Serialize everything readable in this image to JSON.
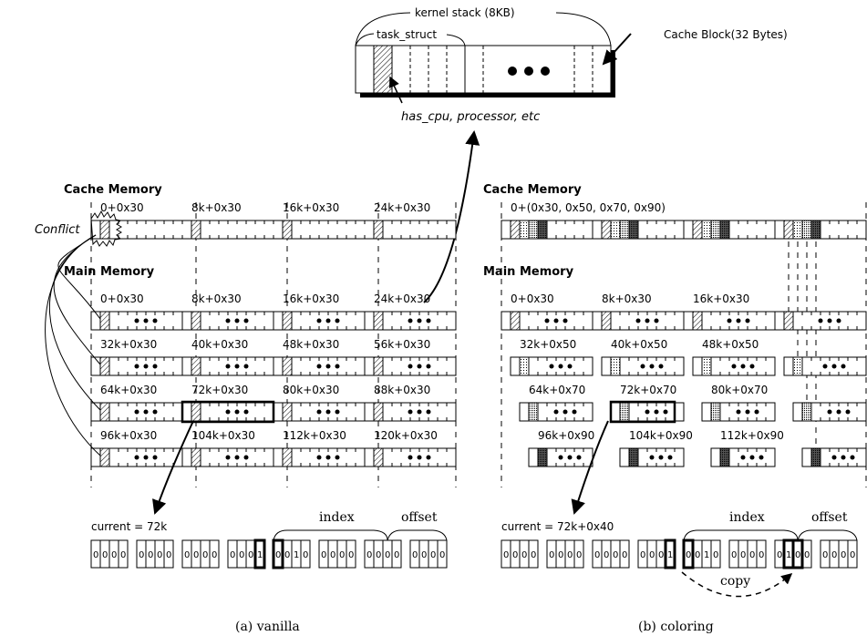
{
  "top": {
    "kernel_stack": "kernel stack (8KB)",
    "task_struct": "task_struct",
    "cache_block": "Cache Block(32 Bytes)",
    "fields": "has_cpu, processor, etc"
  },
  "vanilla": {
    "cache_title": "Cache Memory",
    "main_title": "Main Memory",
    "conflict": "Conflict",
    "cache_labels": [
      "0+0x30",
      "8k+0x30",
      "16k+0x30",
      "24k+0x30"
    ],
    "rows": [
      [
        "0+0x30",
        "8k+0x30",
        "16k+0x30",
        "24k+0x30"
      ],
      [
        "32k+0x30",
        "40k+0x30",
        "48k+0x30",
        "56k+0x30"
      ],
      [
        "64k+0x30",
        "72k+0x30",
        "80k+0x30",
        "88k+0x30"
      ],
      [
        "96k+0x30",
        "104k+0x30",
        "112k+0x30",
        "120k+0x30"
      ]
    ],
    "current": "current = 72k",
    "bits": [
      "0000",
      "0000",
      "0000",
      "0001",
      "0010",
      "0000",
      "0000",
      "0000"
    ],
    "index": "index",
    "offset": "offset",
    "caption": "(a) vanilla"
  },
  "coloring": {
    "cache_title": "Cache Memory",
    "main_title": "Main Memory",
    "cache_label": "0+(0x30, 0x50, 0x70, 0x90)",
    "rows": [
      [
        "0+0x30",
        "8k+0x30",
        "16k+0x30"
      ],
      [
        "32k+0x50",
        "40k+0x50",
        "48k+0x50"
      ],
      [
        "64k+0x70",
        "72k+0x70",
        "80k+0x70"
      ],
      [
        "96k+0x90",
        "104k+0x90",
        "112k+0x90"
      ]
    ],
    "current": "current = 72k+0x40",
    "bits": [
      "0000",
      "0000",
      "0000",
      "0001",
      "0010",
      "0000",
      "0100",
      "0000"
    ],
    "index": "index",
    "offset": "offset",
    "copy": "copy",
    "caption": "(b) coloring"
  }
}
